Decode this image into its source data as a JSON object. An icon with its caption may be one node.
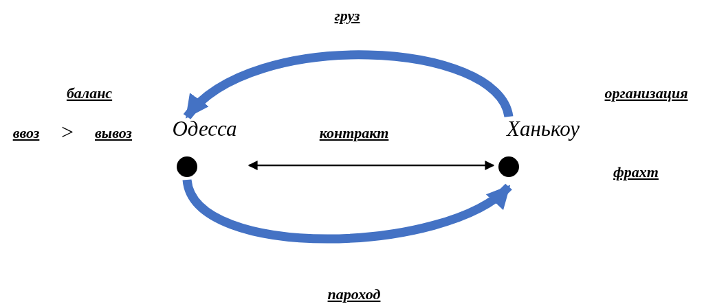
{
  "diagram": {
    "nodes": [
      {
        "text": [
          "Одесса"
        ]
      },
      {
        "text": [
          "Ханькоу"
        ]
      }
    ],
    "edges": [
      {
        "from": 1,
        "to": 0,
        "arrow": "to",
        "label": "груз"
      },
      {
        "from": 0,
        "to": 1,
        "arrow": "both",
        "label": "контракт",
        "color": "#000000"
      },
      {
        "from": 0,
        "to": 1,
        "arrow": "to",
        "label": "пароход"
      }
    ],
    "labels": [
      "баланс",
      "организация",
      "ввоз",
      ">",
      "вывоз",
      "фрахт"
    ]
  }
}
